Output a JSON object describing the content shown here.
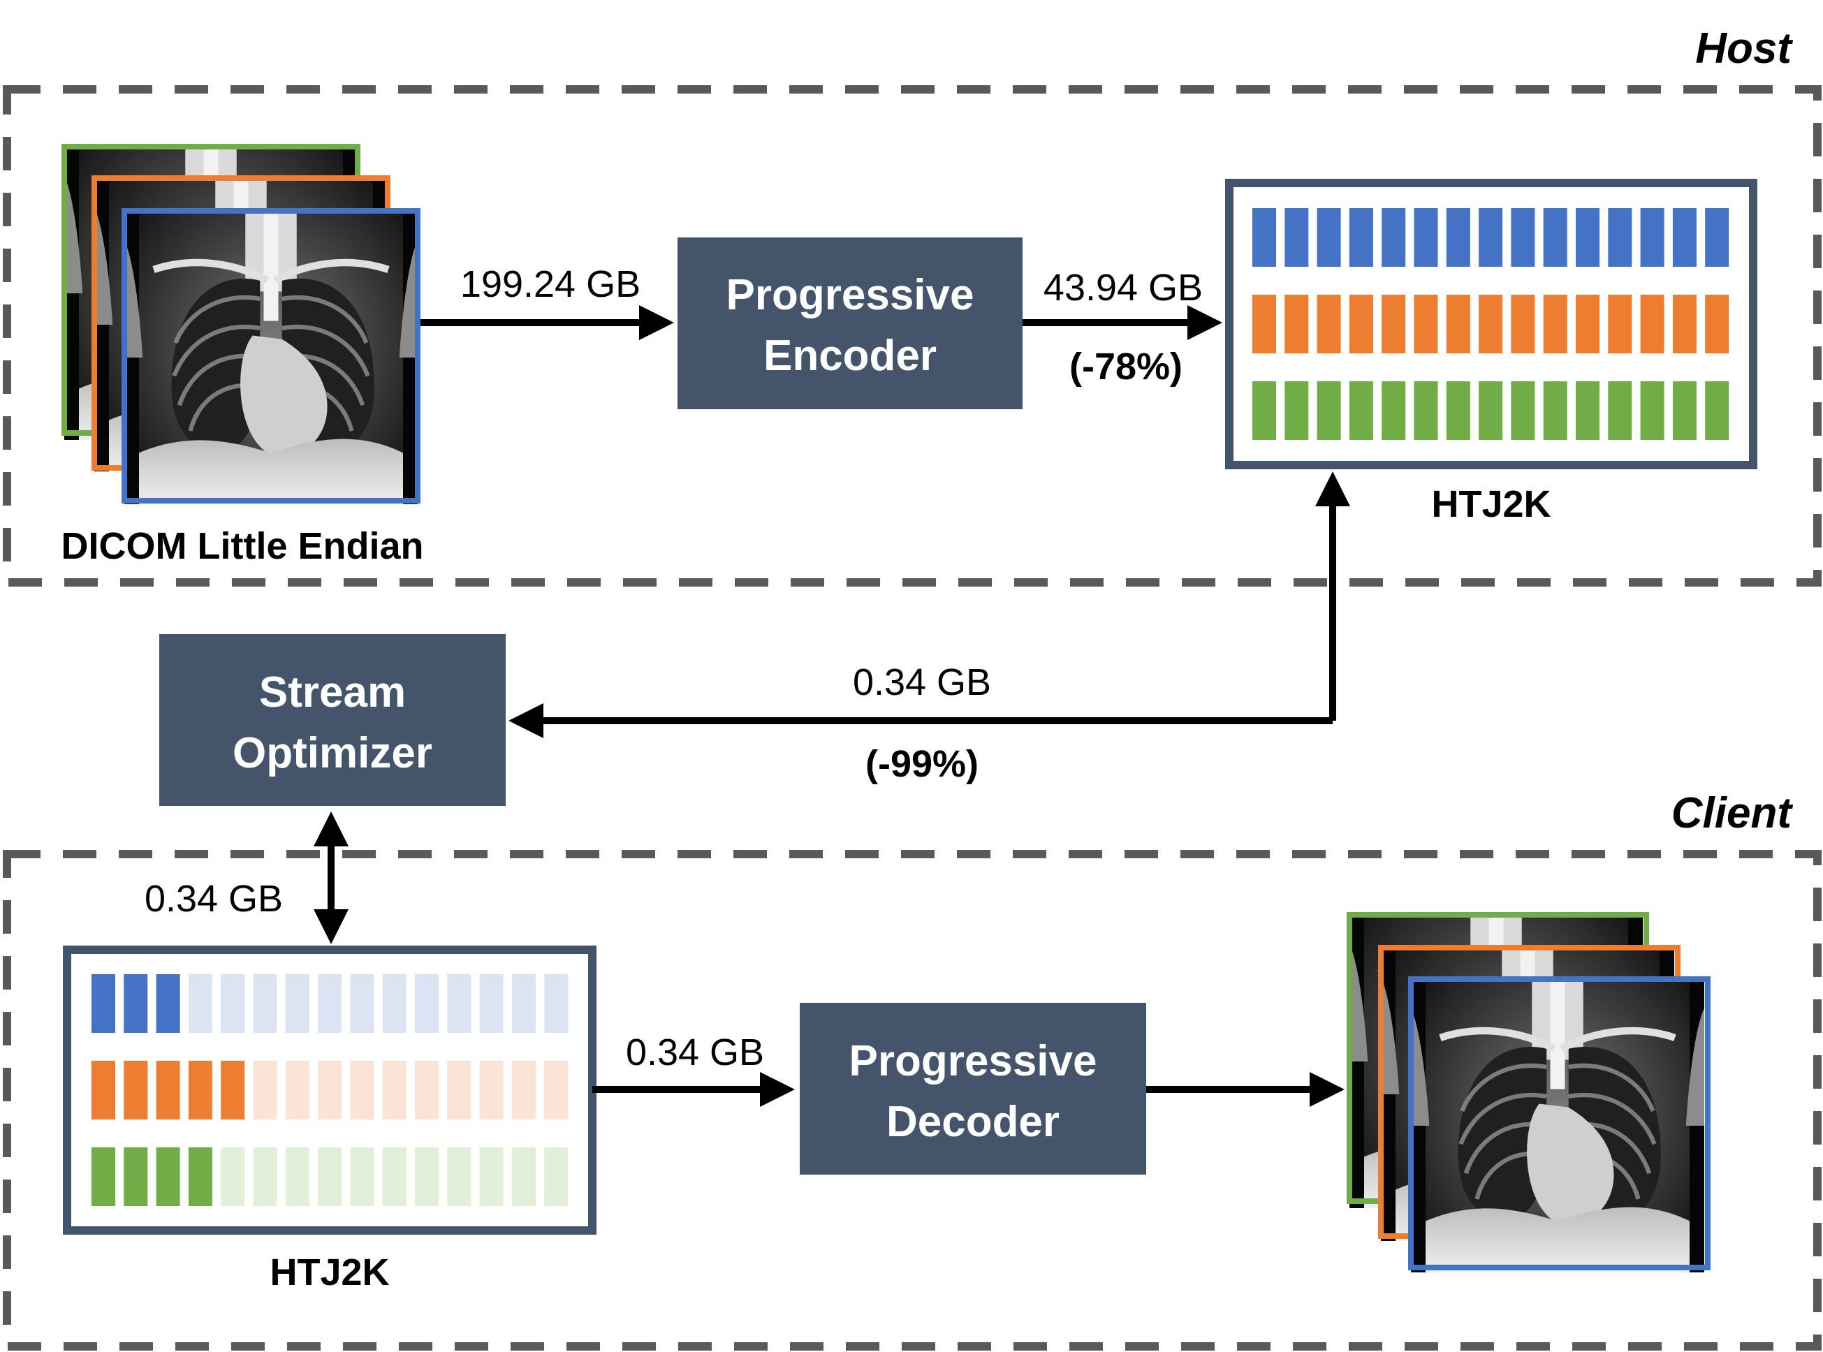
{
  "regions": {
    "host_label": "Host",
    "client_label": "Client"
  },
  "host": {
    "source_label": "DICOM Little Endian",
    "source_size": "199.24 GB",
    "encoder_line1": "Progressive",
    "encoder_line2": "Encoder",
    "encoded_size": "43.94 GB",
    "encoded_reduction": "(-78%)",
    "codestream_label": "HTJ2K"
  },
  "stream": {
    "optimizer_line1": "Stream",
    "optimizer_line2": "Optimizer",
    "streamed_size": "0.34 GB",
    "streamed_reduction": "(-99%)"
  },
  "client": {
    "received_size": "0.34 GB",
    "codestream_label": "HTJ2K",
    "decoder_input_size": "0.34 GB",
    "decoder_line1": "Progressive",
    "decoder_line2": "Decoder"
  },
  "codestream": {
    "rows": [
      {
        "color": "#4472c4",
        "light": "#dce4f3",
        "total": 15,
        "received": 3
      },
      {
        "color": "#ed7d31",
        "light": "#fbe3d5",
        "total": 15,
        "received": 5
      },
      {
        "color": "#70ad47",
        "light": "#e2efd9",
        "total": 15,
        "received": 4
      }
    ]
  },
  "colors": {
    "box_fill": "#44546a",
    "frame_stroke": "#44546a",
    "dash_stroke": "#595959",
    "image_green": "#70ad47",
    "image_orange": "#ed7d31",
    "image_blue": "#4472c4"
  }
}
